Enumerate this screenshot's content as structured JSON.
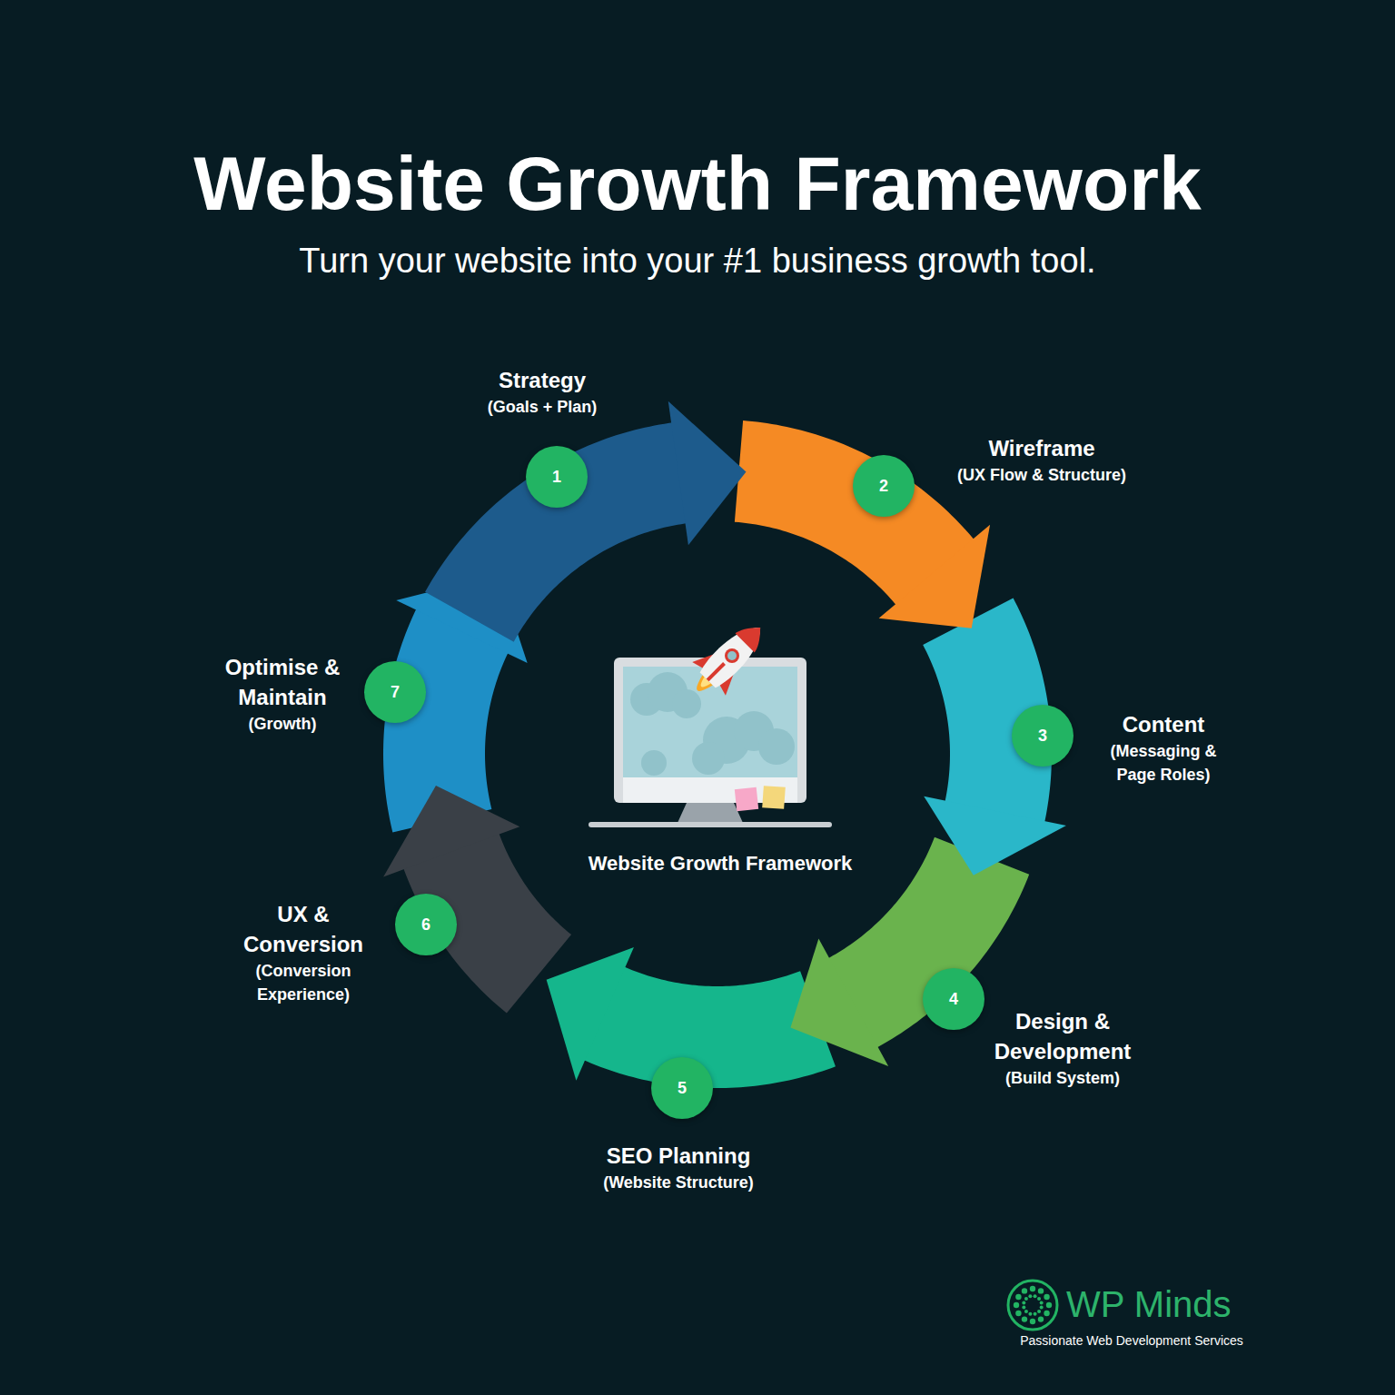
{
  "diagram": {
    "title": "Website Growth Framework",
    "caption": "Turn your website into your #1 business growth tool.",
    "nodes": [
      {
        "text": [
          "1",
          "Strategy",
          "(Goals + Plan)"
        ]
      },
      {
        "text": [
          "2",
          "Wireframe",
          "(UX Flow & Structure)"
        ]
      },
      {
        "text": [
          "3",
          "Content",
          "(Messaging & Page Roles)"
        ]
      },
      {
        "text": [
          "4",
          "Design & Development",
          "(Build System)"
        ]
      },
      {
        "text": [
          "5",
          "SEO Planning",
          "(Website Structure)"
        ]
      },
      {
        "text": [
          "6",
          "UX & Conversion",
          "(Conversion Experience)"
        ]
      },
      {
        "text": [
          "7",
          "Optimise & Maintain",
          "(Growth)"
        ]
      }
    ],
    "edges": [
      {
        "from": 0,
        "to": 1,
        "arrow": "to"
      },
      {
        "from": 1,
        "to": 2,
        "arrow": "to"
      },
      {
        "from": 2,
        "to": 3,
        "arrow": "to"
      },
      {
        "from": 3,
        "to": 4,
        "arrow": "to"
      },
      {
        "from": 4,
        "to": 5,
        "arrow": "to"
      },
      {
        "from": 5,
        "to": 6,
        "arrow": "to"
      },
      {
        "from": 6,
        "to": 0,
        "arrow": "to"
      }
    ],
    "labels": [
      "Website Growth Framework",
      "WP Minds",
      "Passionate Web Development Services"
    ]
  }
}
